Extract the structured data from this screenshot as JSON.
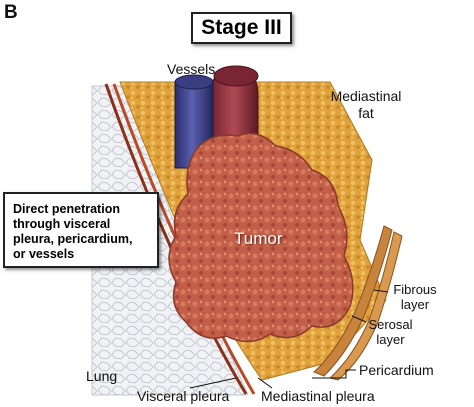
{
  "panel_letter": "B",
  "stage_title": "Stage III",
  "callout": {
    "lines": [
      "Direct penetration",
      "through visceral",
      "pleura, pericardium,",
      "or vessels"
    ]
  },
  "labels": {
    "vessels": "Vessels",
    "mediastinal_fat": [
      "Mediastinal",
      "fat"
    ],
    "tumor": "Tumor",
    "fibrous_layer": [
      "Fibrous",
      "layer"
    ],
    "serosal_layer": [
      "Serosal",
      "layer"
    ],
    "pericardium": "Pericardium",
    "lung": "Lung",
    "visceral_pleura": "Visceral pleura",
    "mediastinal_pleura": "Mediastinal pleura"
  },
  "colors": {
    "fat": "#e2a43a",
    "tumor": "#c0604a",
    "vessel_blue": "#3b3f86",
    "vessel_red": "#8e2f3c",
    "pleura": "#9b3a1e",
    "pericardium": "#c87a3a",
    "lung": "#eceef2"
  }
}
